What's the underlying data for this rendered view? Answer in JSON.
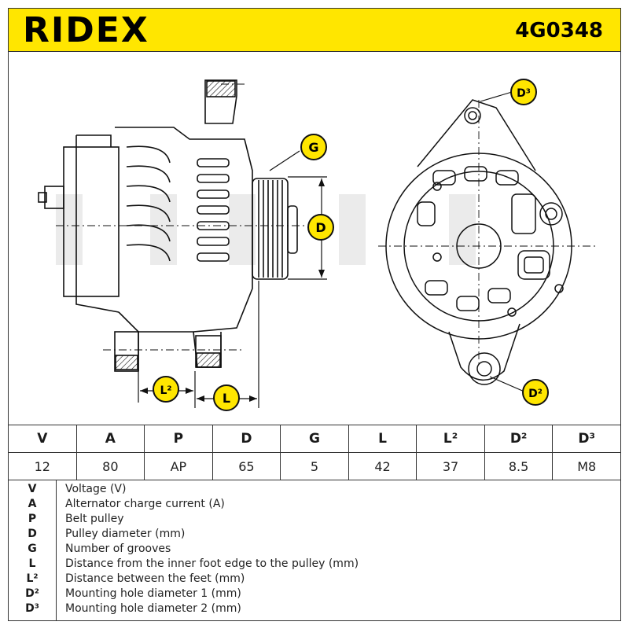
{
  "header": {
    "brand": "RIDEX",
    "part_number": "4G0348",
    "color": "#ffe600"
  },
  "callouts": {
    "G": "G",
    "D": "D",
    "D3": "D³",
    "D2": "D²",
    "L2": "L²",
    "L": "L"
  },
  "specs": {
    "headers": [
      "V",
      "A",
      "P",
      "D",
      "G",
      "L",
      "L²",
      "D²",
      "D³"
    ],
    "values": [
      "12",
      "80",
      "AP",
      "65",
      "5",
      "42",
      "37",
      "8.5",
      "M8"
    ]
  },
  "legend": [
    {
      "key": "V",
      "desc": "Voltage (V)"
    },
    {
      "key": "A",
      "desc": "Alternator charge current (A)"
    },
    {
      "key": "P",
      "desc": "Belt pulley"
    },
    {
      "key": "D",
      "desc": "Pulley diameter (mm)"
    },
    {
      "key": "G",
      "desc": "Number of grooves"
    },
    {
      "key": "L",
      "desc": "Distance from the inner foot edge to the pulley (mm)"
    },
    {
      "key": "L²",
      "desc": "Distance between the feet (mm)"
    },
    {
      "key": "D²",
      "desc": "Mounting hole diameter 1 (mm)"
    },
    {
      "key": "D³",
      "desc": "Mounting hole diameter 2 (mm)"
    }
  ]
}
